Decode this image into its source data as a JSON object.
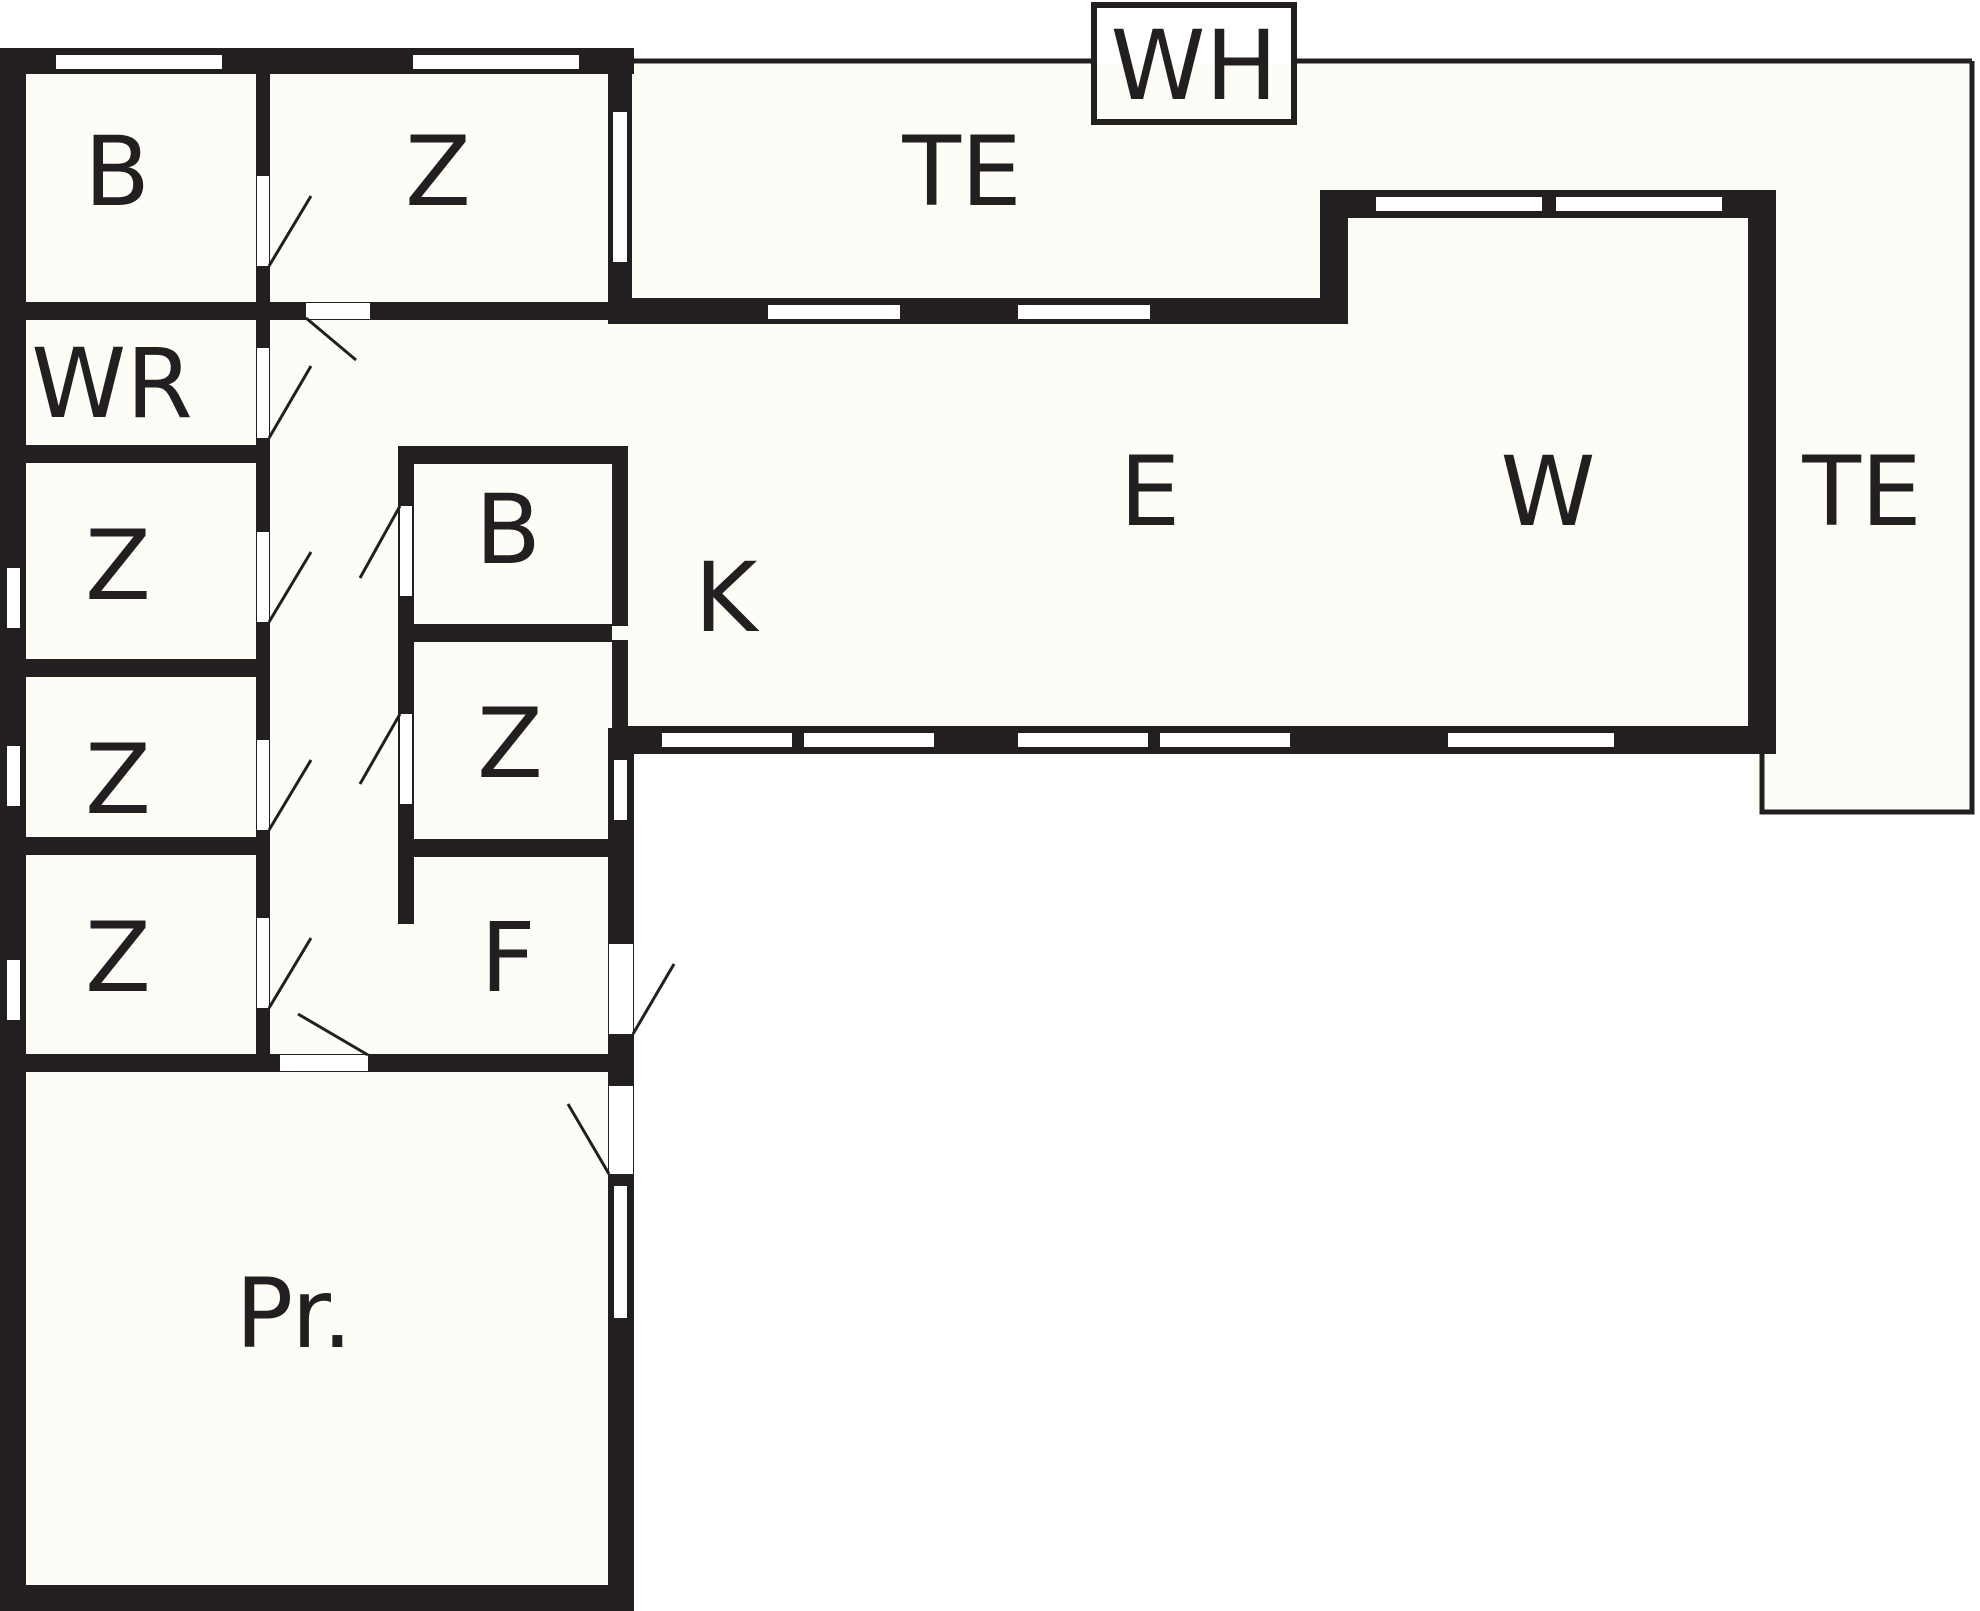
{
  "colors": {
    "wall": "#231f20",
    "floor": "#fdfdf8",
    "opening": "#ffffff"
  },
  "rooms": {
    "bathroom_top": "B",
    "room_top": "Z",
    "terrace_top": "TE",
    "water_heater": "WH",
    "wc": "WR",
    "room_left_1": "Z",
    "bathroom_center": "B",
    "room_left_2": "Z",
    "room_center": "Z",
    "room_left_3": "Z",
    "foyer": "F",
    "kitchen": "K",
    "dining": "E",
    "living": "W",
    "terrace_right": "TE",
    "porch": "Pr."
  }
}
